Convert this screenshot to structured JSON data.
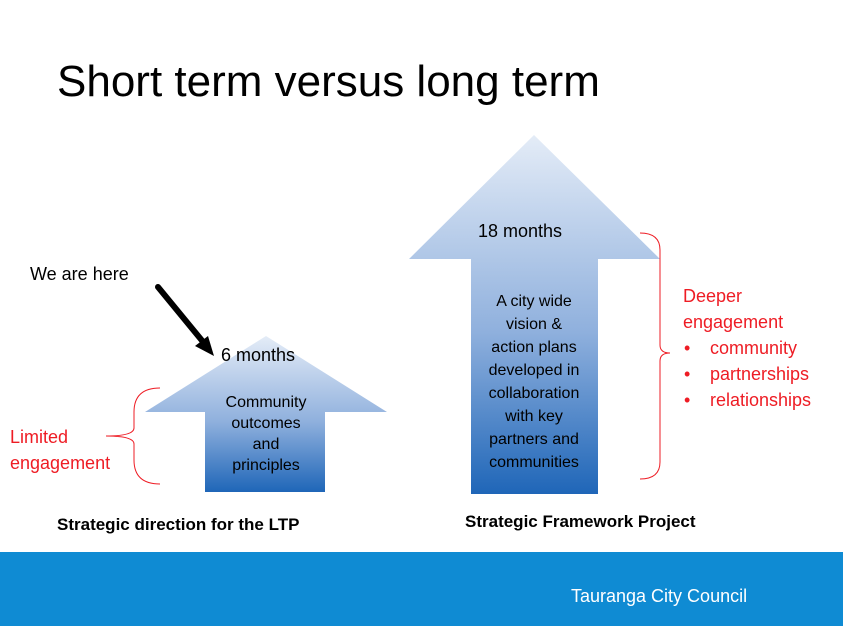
{
  "title": "Short term versus long term",
  "pointer": {
    "label": "We are here"
  },
  "short_term": {
    "duration": "6 months",
    "body": [
      "Community",
      "outcomes",
      "and",
      "principles"
    ],
    "caption": "Strategic direction for the LTP",
    "engagement": [
      "Limited",
      "engagement"
    ]
  },
  "long_term": {
    "duration": "18 months",
    "body": [
      "A city wide",
      "vision &",
      "action plans",
      "developed in",
      "collaboration",
      "with key",
      "partners and",
      "communities"
    ],
    "caption": "Strategic Framework Project",
    "engagement_heading": [
      "Deeper",
      "engagement"
    ],
    "engagement_items": [
      "community",
      "partnerships",
      "relationships"
    ]
  },
  "footer": {
    "organisation": "Tauranga City Council"
  },
  "colors": {
    "accent_red": "#ee1c24",
    "footer_blue": "#0f8bd3",
    "arrow_top": "#dfe9f6",
    "arrow_bottom": "#1f66b8"
  }
}
